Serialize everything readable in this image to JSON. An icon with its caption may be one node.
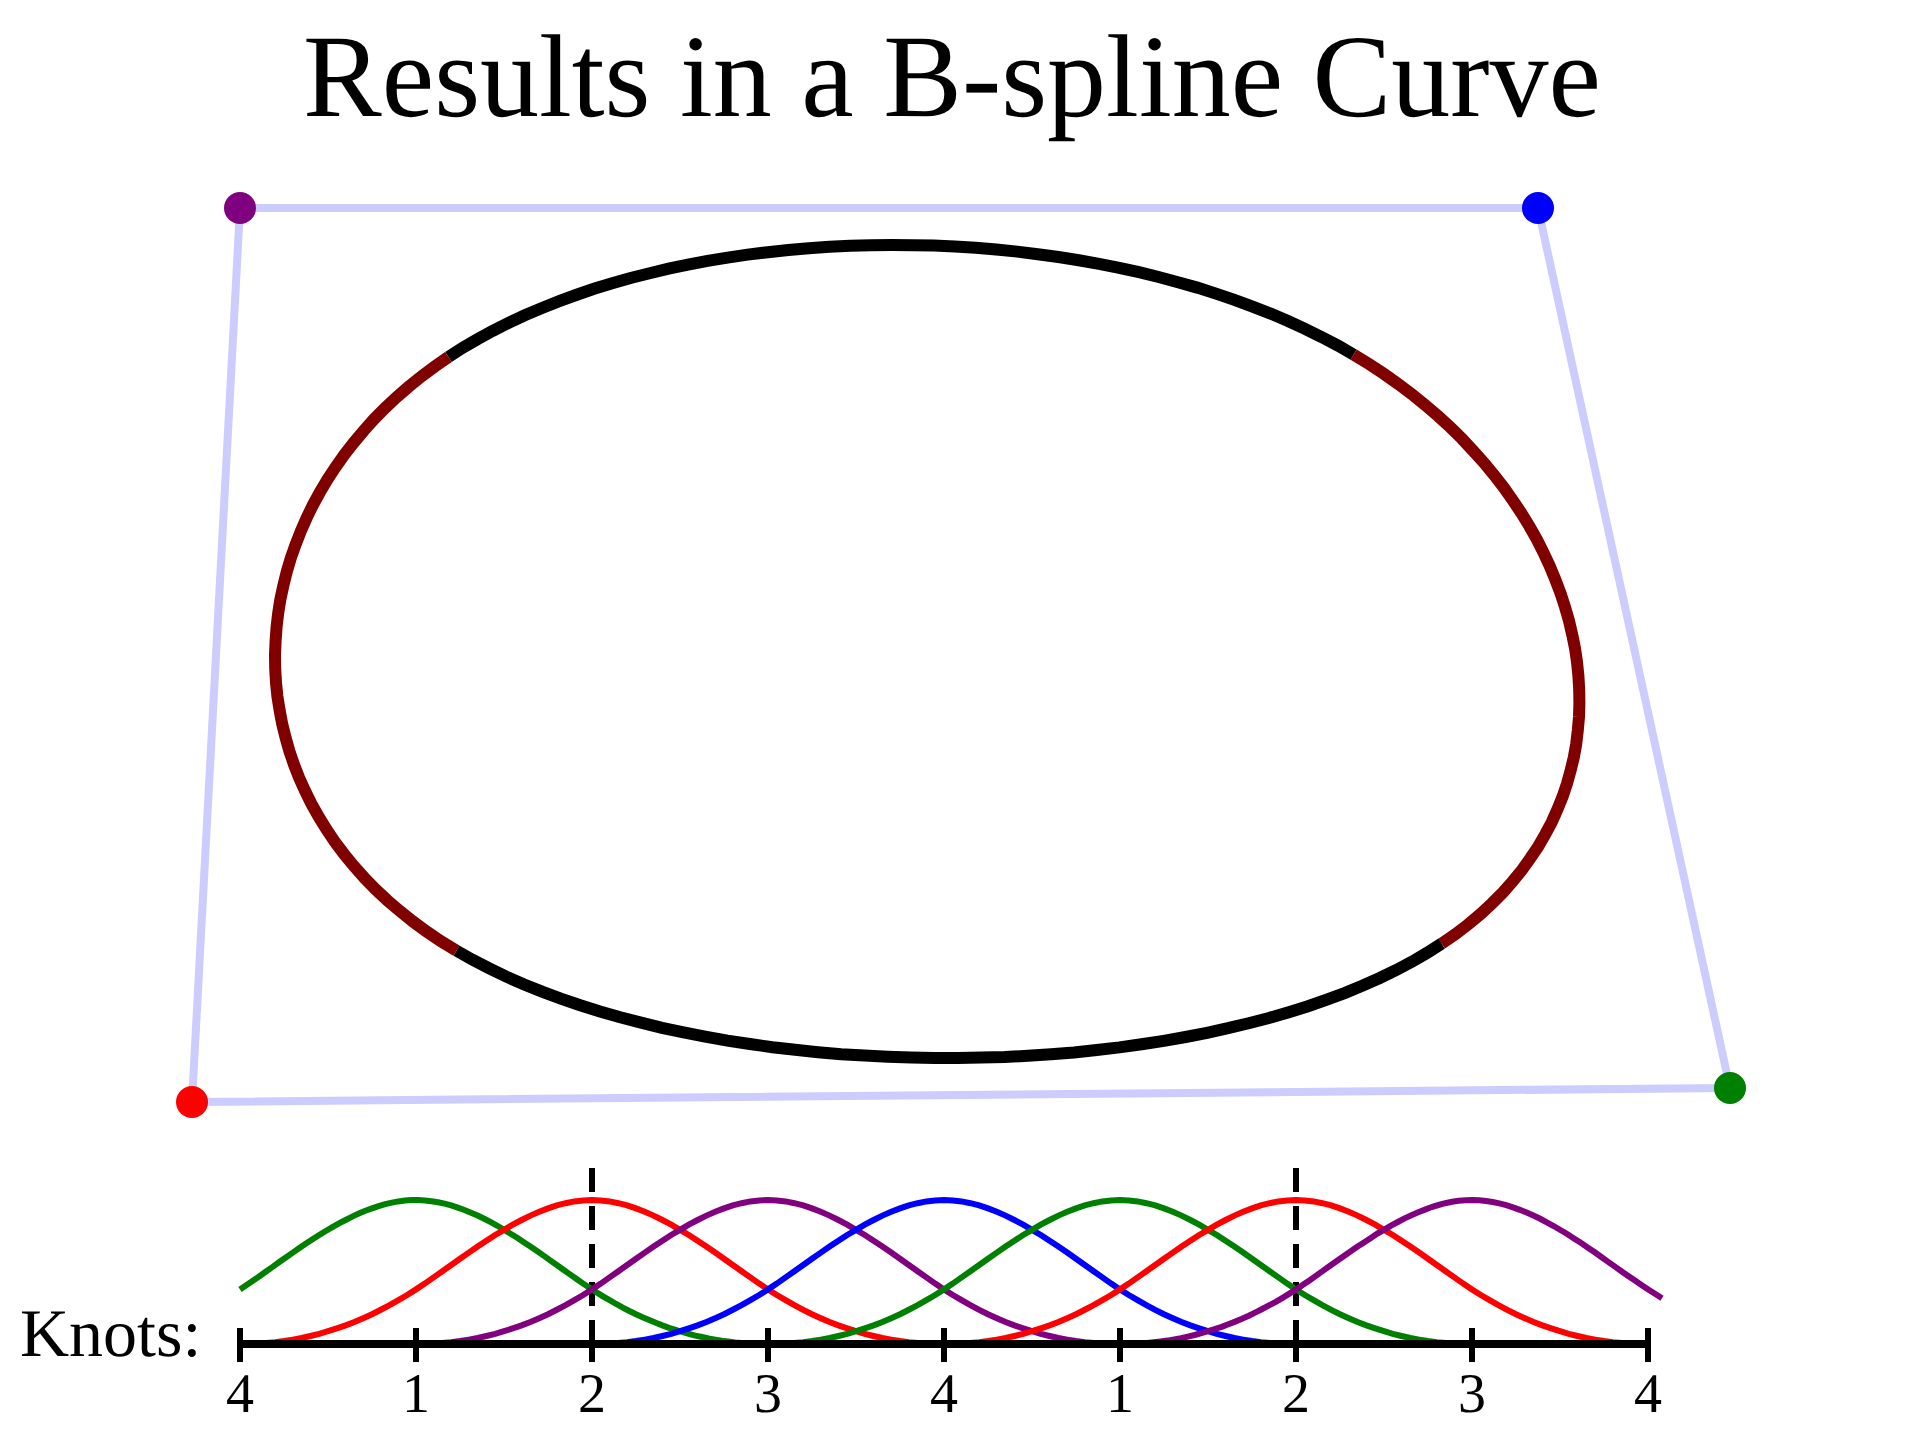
{
  "diagram": {
    "title": "Results in a B-spline Curve",
    "labels": [
      "Knots:",
      "4",
      "1",
      "2",
      "3",
      "4",
      "1",
      "2",
      "3",
      "4"
    ]
  }
}
